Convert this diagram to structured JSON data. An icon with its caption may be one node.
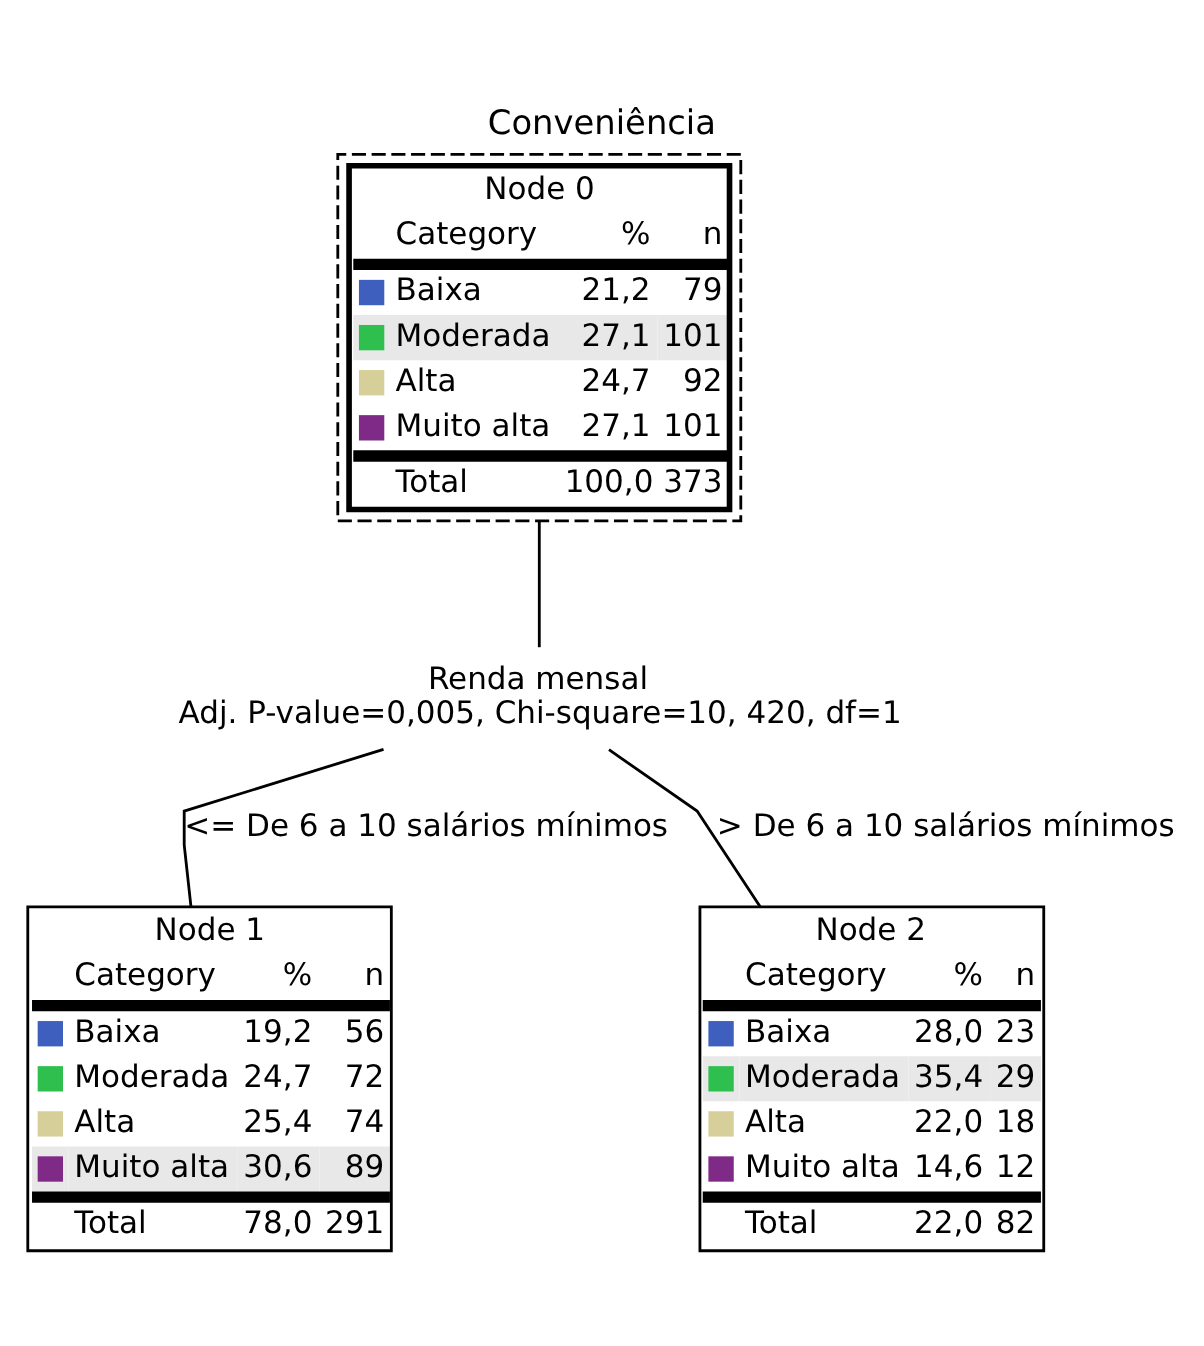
{
  "diagram": {
    "title": "Conveniência",
    "nodes": [
      {
        "text": [
          "Node 0",
          "Category",
          "%",
          "n",
          "Baixa",
          "21,2",
          "79",
          "Moderada",
          "27,1",
          "101",
          "Alta",
          "24,7",
          "92",
          "Muito alta",
          "27,1",
          "101",
          "Total",
          "100,0",
          "373"
        ]
      },
      {
        "text": [
          "Renda mensal",
          "Adj. P-value=0,005, Chi-square=10, 420, df=1"
        ]
      },
      {
        "text": [
          "Node 1",
          "Category",
          "%",
          "n",
          "Baixa",
          "19,2",
          "56",
          "Moderada",
          "24,7",
          "72",
          "Alta",
          "25,4",
          "74",
          "Muito alta",
          "30,6",
          "89",
          "Total",
          "78,0",
          "291"
        ]
      },
      {
        "text": [
          "Node 2",
          "Category",
          "%",
          "n",
          "Baixa",
          "28,0",
          "23",
          "Moderada",
          "35,4",
          "29",
          "Alta",
          "22,0",
          "18",
          "Muito alta",
          "14,6",
          "12",
          "Total",
          "22,0",
          "82"
        ]
      }
    ],
    "edges": [
      {
        "from": 0,
        "to": 1,
        "arrow": "none"
      },
      {
        "from": 1,
        "to": 2,
        "arrow": "none",
        "label": "<= De 6 a 10 salários mínimos"
      },
      {
        "from": 1,
        "to": 3,
        "arrow": "none",
        "label": "> De 6 a 10 salários mínimos"
      }
    ]
  }
}
